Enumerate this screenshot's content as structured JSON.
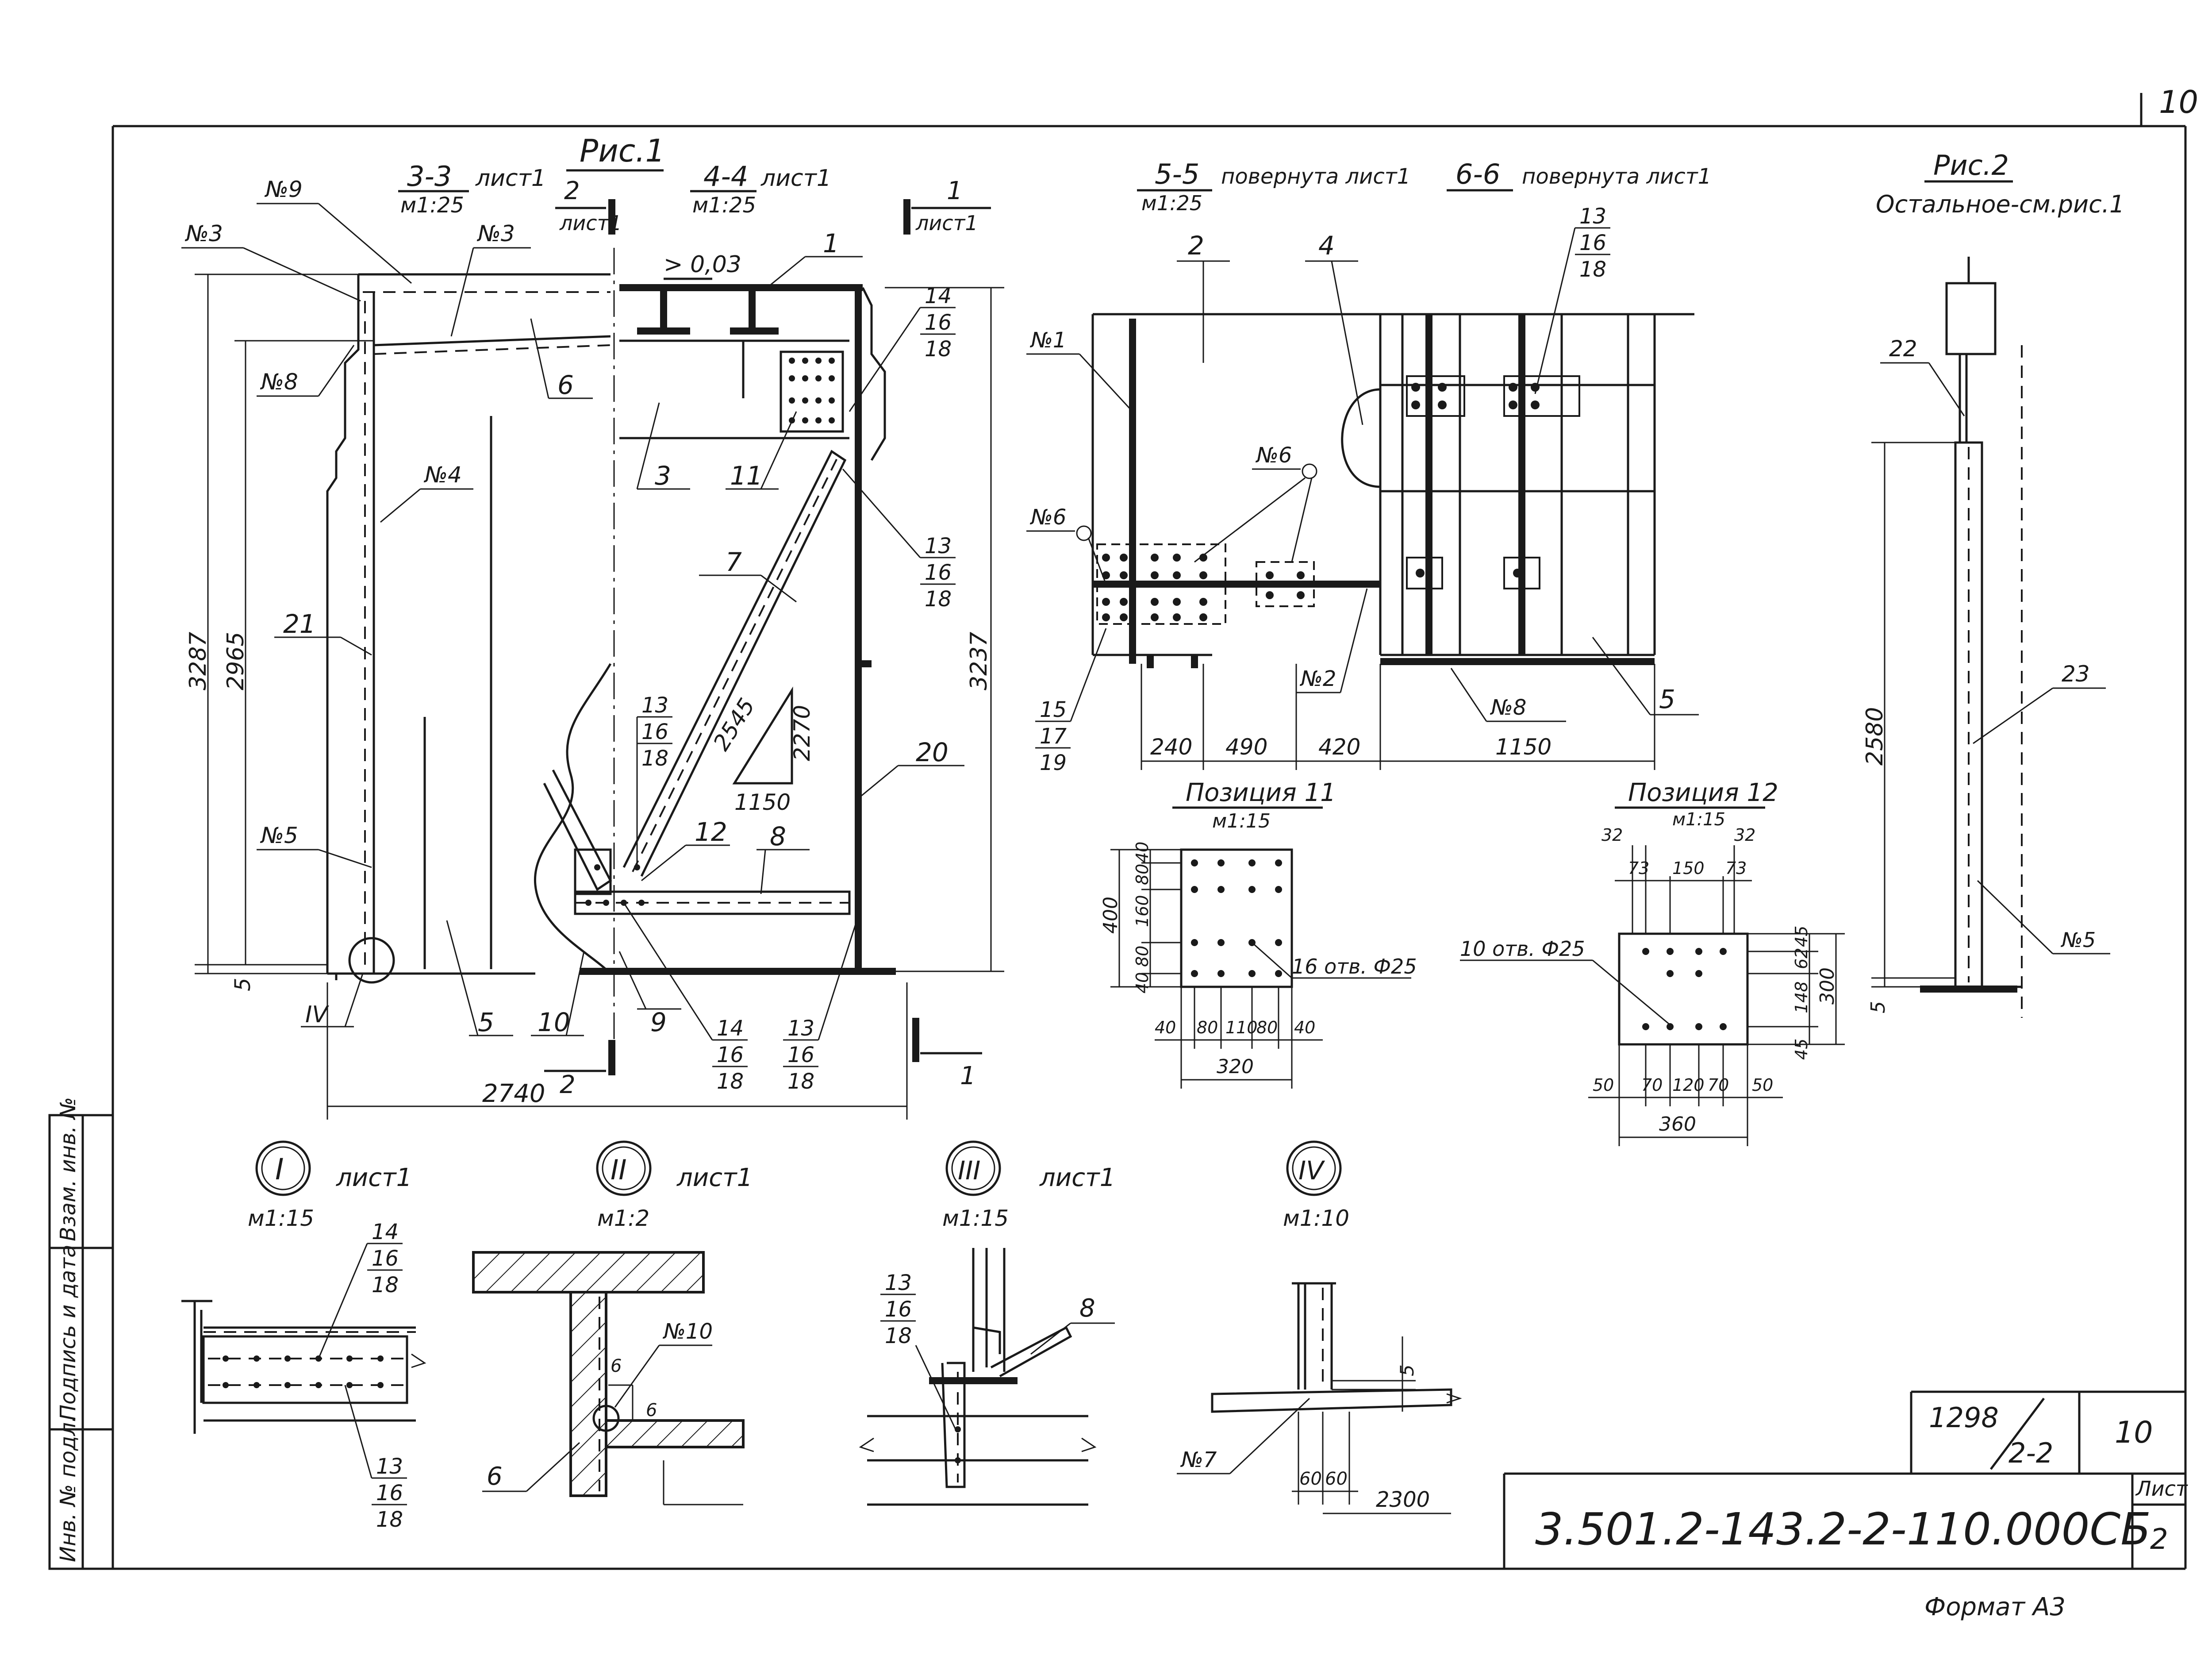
{
  "sheet_corner": "10",
  "fig1": {
    "title": "Рис.1",
    "sec33": "3-3",
    "sec33_ref": "лист1",
    "sec33_scale": "м1:25",
    "sec44": "4-4",
    "sec44_ref": "лист1",
    "sec44_scale": "м1:25",
    "cut2_top": "2",
    "cut2_top_ref": "лист1",
    "cut2_bottom": "2",
    "cut1_top": "1",
    "cut1_top_ref": "лист1",
    "cut1_bottom": "1",
    "slope": "> 0,03",
    "weld": {
      "n9": "№9",
      "n3a": "№3",
      "n3b": "№3",
      "n8": "№8",
      "n4": "№4",
      "n5": "№5"
    },
    "pos": {
      "p1": "1",
      "p6": "6",
      "p3": "3",
      "p11": "11",
      "p7": "7",
      "p21": "21",
      "p20": "20",
      "p12": "12",
      "p8": "8",
      "p5": "5",
      "p10": "10",
      "p9": "9",
      "det4": "IV"
    },
    "stack_14_16_18": [
      "14",
      "16",
      "18"
    ],
    "stack_13_16_18": [
      "13",
      "16",
      "18"
    ],
    "dims": {
      "h3287": "3287",
      "h2965": "2965",
      "h3237": "3237",
      "w2740": "2740",
      "s5": "5"
    },
    "triangle": {
      "hyp": "2545",
      "vert": "2270",
      "horiz": "1150"
    }
  },
  "sec55": {
    "label": "5-5",
    "note": "повернута лист1",
    "scale": "м1:25",
    "sec66": "6-6",
    "sec66_note": "повернута лист1",
    "p2": "2",
    "p4": "4",
    "p5": "5",
    "n1": "№1",
    "n6a": "№6",
    "n6b": "№6",
    "n2": "№2",
    "n8": "№8",
    "stack_top": [
      "13",
      "16",
      "18"
    ],
    "stack_left": [
      "15",
      "17",
      "19"
    ],
    "dims": [
      "240",
      "490",
      "420",
      "1150"
    ]
  },
  "pos11": {
    "title": "Позиция 11",
    "scale": "м1:15",
    "holes": "16 отв. Ф25",
    "vdims": [
      "40",
      "80",
      "160",
      "80",
      "40"
    ],
    "vtotal": "400",
    "hdims": [
      "40",
      "80",
      "110",
      "80",
      "40"
    ],
    "htotal": "320"
  },
  "pos12": {
    "title": "Позиция 12",
    "scale": "м1:15",
    "holes": "10 отв. Ф25",
    "top_dims": [
      "32",
      "73",
      "150",
      "73",
      "32"
    ],
    "vdims": [
      "45",
      "62",
      "148",
      "45"
    ],
    "vtotal": "300",
    "hdims": [
      "50",
      "70",
      "120",
      "70",
      "50"
    ],
    "htotal": "360"
  },
  "fig2": {
    "title": "Рис.2",
    "subtitle": "Остальное-см.рис.1",
    "p22": "22",
    "p23": "23",
    "n5": "№5",
    "h2580": "2580",
    "s5": "5"
  },
  "details": [
    {
      "numeral": "I",
      "ref": "лист1",
      "scale": "м1:15"
    },
    {
      "numeral": "II",
      "ref": "лист1",
      "scale": "м1:2"
    },
    {
      "numeral": "III",
      "ref": "лист1",
      "scale": "м1:15"
    },
    {
      "numeral": "IV",
      "ref": "",
      "scale": "м1:10"
    }
  ],
  "detI": {
    "stack_top": [
      "14",
      "16",
      "18"
    ],
    "stack_bottom": [
      "13",
      "16",
      "18"
    ]
  },
  "detII": {
    "n10": "№10",
    "w6a": "6",
    "w6b": "6",
    "p6": "6"
  },
  "detIII": {
    "stack": [
      "13",
      "16",
      "18"
    ],
    "p8": "8"
  },
  "detIV": {
    "n7": "№7",
    "d60a": "60",
    "d60b": "60",
    "d2300": "2300",
    "s5": "5"
  },
  "side_stamp": [
    "Инв. № подл.",
    "Подпись и дата",
    "Взам. инв. №"
  ],
  "title_block": {
    "code": "3.501.2-143.2-2-110.000СБ",
    "num_top": "1298",
    "num_bottom": "2-2",
    "num_right": "10",
    "list_label": "Лист",
    "list_value": "2"
  },
  "format": "Формат А3"
}
